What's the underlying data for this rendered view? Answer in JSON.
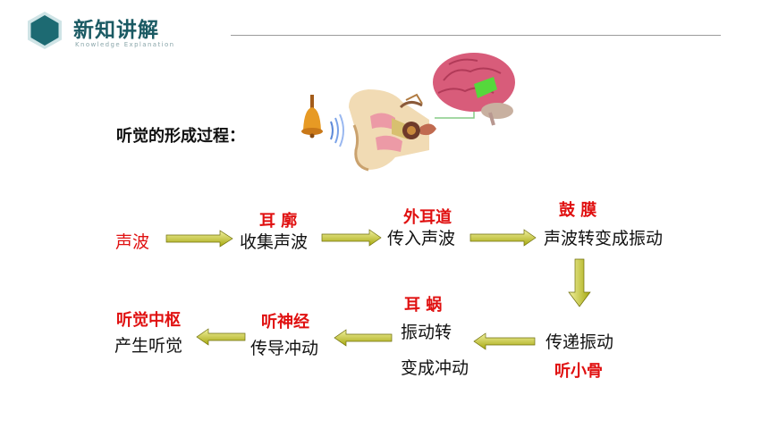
{
  "header": {
    "title": "新知讲解",
    "subtitle": "Knowledge Explanation"
  },
  "content": {
    "section_label": "听觉的形成过程：",
    "flow": {
      "sound_wave": "声波",
      "pinna_label": "耳 廓",
      "pinna_desc": "收集声波",
      "canal_label": "外耳道",
      "canal_desc": "传入声波",
      "drum_label": "鼓 膜",
      "drum_desc": "声波转变成振动",
      "ossicle_desc": "传递振动",
      "ossicle_label": "听小骨",
      "cochlea_label": "耳 蜗",
      "cochlea_desc_1": "振动转",
      "cochlea_desc_2": "变成冲动",
      "nerve_label": "听神经",
      "nerve_desc": "传导冲动",
      "center_label": "听觉中枢",
      "center_desc": "产生听觉"
    }
  },
  "colors": {
    "accent": "#1a5a63",
    "highlight": "#e01010",
    "arrow": "#c6c61a"
  }
}
